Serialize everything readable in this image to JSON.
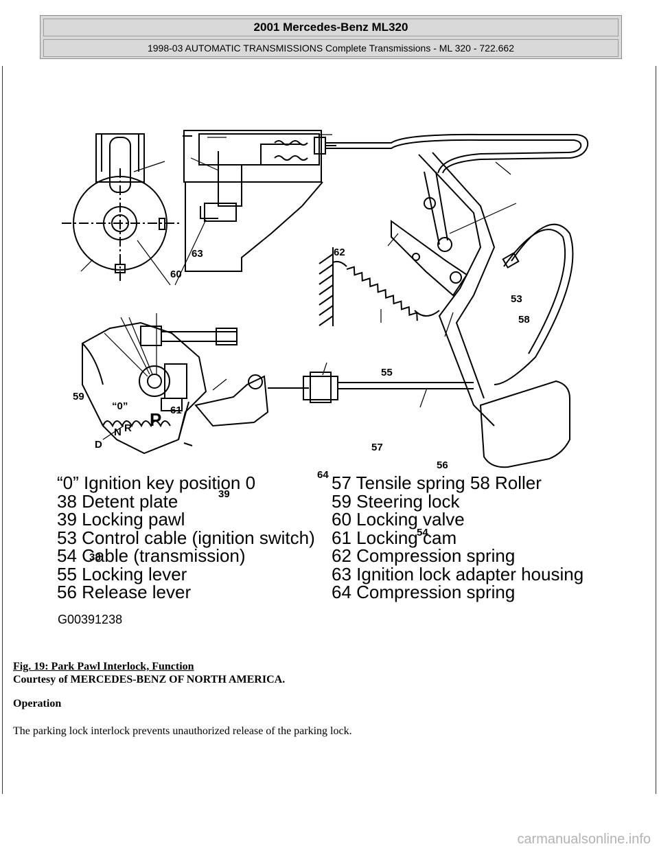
{
  "header": {
    "title": "2001 Mercedes-Benz ML320",
    "subtitle": "1998-03 AUTOMATIC TRANSMISSIONS Complete Transmissions - ML 320 - 722.662"
  },
  "figure": {
    "callouts": {
      "c63": "63",
      "c62": "62",
      "c60": "60",
      "c53": "53",
      "c58": "58",
      "c55": "55",
      "c59": "59",
      "c0": "“0”",
      "c61": "61",
      "cP": "P",
      "cD": "D",
      "cN": "N",
      "cR": "R",
      "c57": "57",
      "c56": "56",
      "c64": "64",
      "c39": "39",
      "c54": "54",
      "c38": "38"
    },
    "legend_left": [
      "“0”  Ignition key position 0",
      "38  Detent plate",
      "39  Locking pawl",
      "53  Control cable (ignition switch)",
      "54  Cable (transmission)",
      "55  Locking lever",
      "56  Release lever"
    ],
    "legend_right": [
      "57  Tensile spring 58 Roller",
      "59  Steering lock",
      "60  Locking valve",
      "61  Locking cam",
      "62  Compression spring",
      "63  Ignition lock adapter housing",
      "64  Compression spring"
    ],
    "figure_id": "G00391238"
  },
  "caption": "Fig. 19: Park Pawl Interlock, Function",
  "courtesy": "Courtesy of MERCEDES-BENZ OF NORTH AMERICA.",
  "section_heading": "Operation",
  "paragraph": "The parking lock interlock prevents unauthorized release of the parking lock.",
  "watermark": "carmanualsonline.info"
}
